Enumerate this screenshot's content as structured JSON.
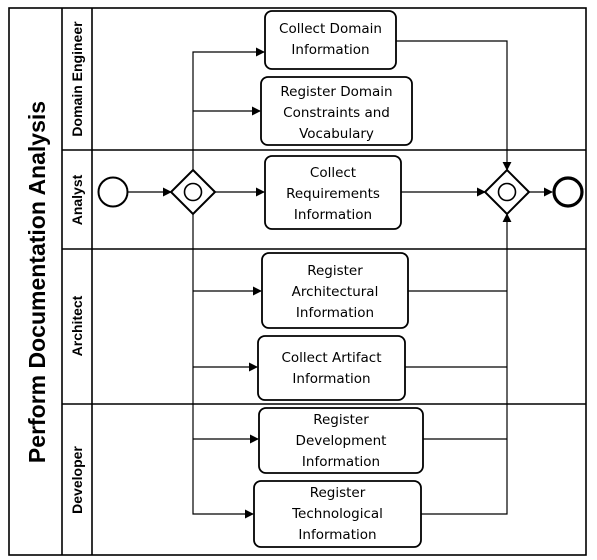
{
  "pool": {
    "title": "Perform Documentation Analysis"
  },
  "lanes": [
    {
      "id": "domain-engineer",
      "label": "Domain Engineer"
    },
    {
      "id": "analyst",
      "label": "Analyst"
    },
    {
      "id": "architect",
      "label": "Architect"
    },
    {
      "id": "developer",
      "label": "Developer"
    }
  ],
  "tasks": [
    {
      "id": "collect-domain-info",
      "lane": "domain-engineer",
      "lines": [
        "Collect Domain",
        "Information"
      ]
    },
    {
      "id": "register-domain-constraints",
      "lane": "domain-engineer",
      "lines": [
        "Register Domain",
        "Constraints and",
        "Vocabulary"
      ]
    },
    {
      "id": "collect-requirements-info",
      "lane": "analyst",
      "lines": [
        "Collect",
        "Requirements",
        "Information"
      ]
    },
    {
      "id": "register-architectural-info",
      "lane": "architect",
      "lines": [
        "Register",
        "Architectural",
        "Information"
      ]
    },
    {
      "id": "collect-artifact-info",
      "lane": "architect",
      "lines": [
        "Collect Artifact",
        "Information"
      ]
    },
    {
      "id": "register-development-info",
      "lane": "developer",
      "lines": [
        "Register",
        "Development",
        "Information"
      ]
    },
    {
      "id": "register-technological-info",
      "lane": "developer",
      "lines": [
        "Register",
        "Technological",
        "Information"
      ]
    }
  ],
  "events": [
    {
      "id": "start-event",
      "type": "start"
    },
    {
      "id": "end-event",
      "type": "end"
    }
  ],
  "gateways": [
    {
      "id": "split-gateway",
      "type": "parallel-split"
    },
    {
      "id": "join-gateway",
      "type": "parallel-join"
    }
  ]
}
